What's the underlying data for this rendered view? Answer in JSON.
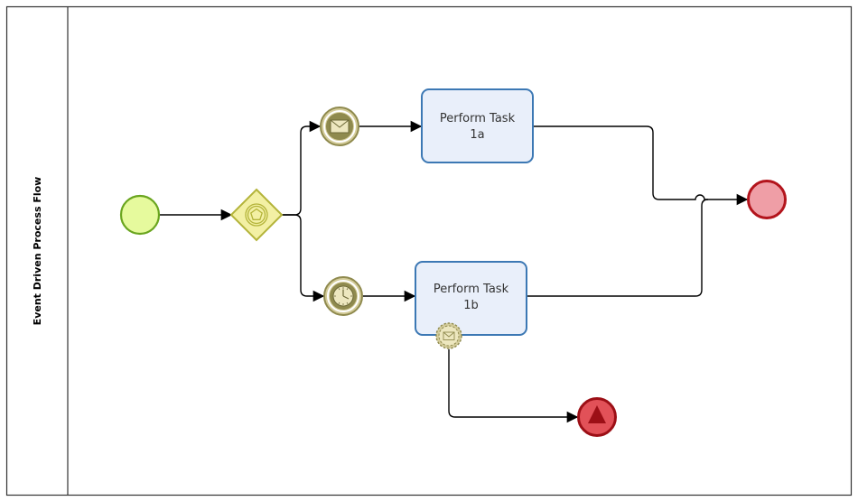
{
  "pool": {
    "label": "Event Driven Process Flow"
  },
  "tasks": [
    {
      "id": "task-1a",
      "line1": "Perform Task",
      "line2": "1a"
    },
    {
      "id": "task-1b",
      "line1": "Perform Task",
      "line2": "1b"
    }
  ],
  "events": {
    "start": {
      "type": "start-event",
      "icon": "none"
    },
    "message_catch": {
      "type": "intermediate-catch-event",
      "icon": "envelope-icon"
    },
    "timer_catch": {
      "type": "intermediate-catch-event",
      "icon": "clock-icon"
    },
    "boundary_message": {
      "type": "non-interrupting-boundary-event",
      "icon": "envelope-icon"
    },
    "end": {
      "type": "end-event",
      "icon": "none"
    },
    "escalation_end": {
      "type": "end-event",
      "icon": "escalation-triangle-icon"
    }
  },
  "gateway": {
    "type": "event-based-gateway",
    "icon": "pentagon-icon"
  },
  "colors": {
    "start_fill": "#e6fa9d",
    "start_stroke": "#6aa51f",
    "gateway_fill": "#f3f0a4",
    "gateway_stroke": "#b4b43a",
    "intermediate_fill": "#d4cc9a",
    "intermediate_stroke": "#8f8a4e",
    "task_fill": "#e9effa",
    "task_stroke": "#3c78b4",
    "end_fill": "#ef9ea6",
    "end_stroke": "#b3141c",
    "escalation_fill": "#e25158",
    "escalation_icon": "#9c0f16",
    "flow": "#000000"
  }
}
